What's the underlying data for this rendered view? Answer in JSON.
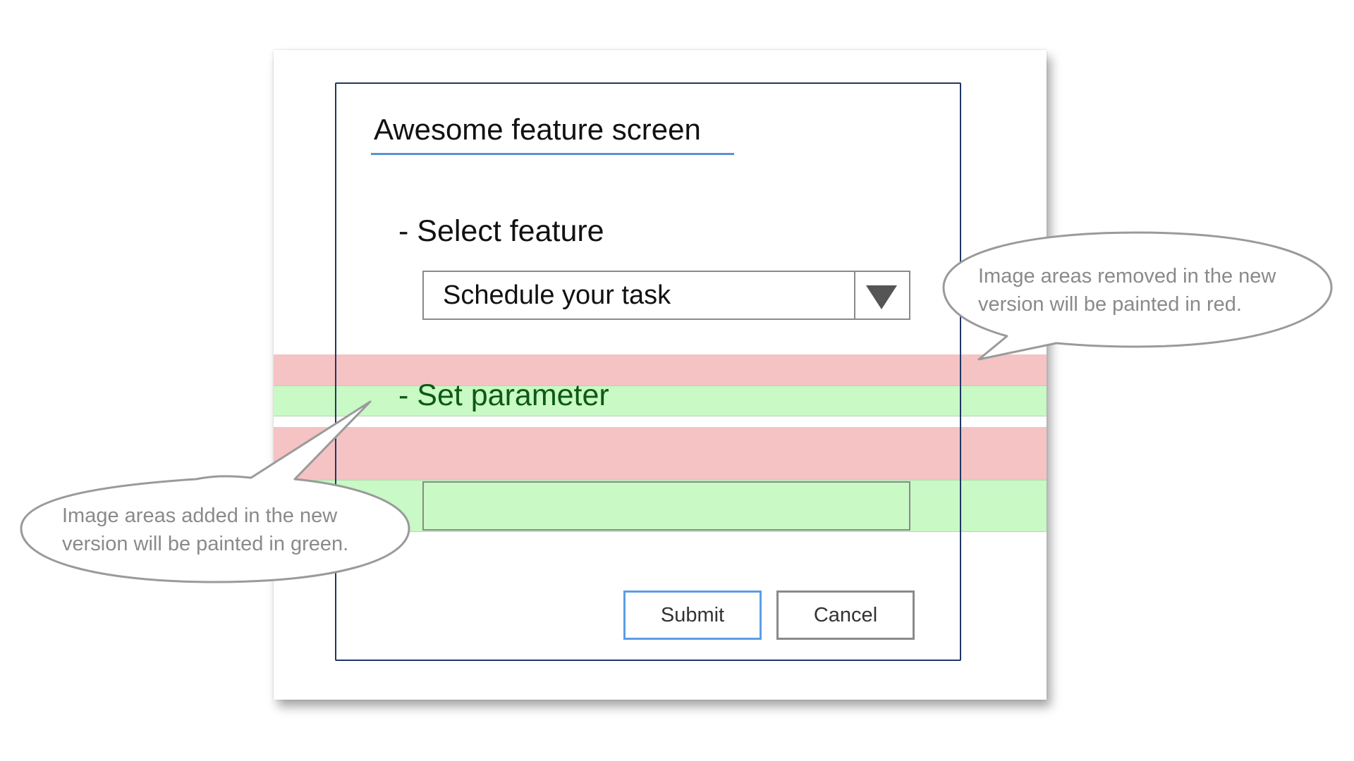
{
  "screen": {
    "title": "Awesome feature screen",
    "select_feature_label": "- Select feature",
    "select_feature_value": "Schedule your task",
    "set_parameter_label": "- Set parameter",
    "parameter_value": ""
  },
  "buttons": {
    "submit_label": "Submit",
    "cancel_label": "Cancel"
  },
  "annotations": {
    "removed_line1": "Image areas removed in the new",
    "removed_line2": "version will be painted in red.",
    "added_line1": "Image areas added in the new",
    "added_line2": "version will be painted in green."
  },
  "colors": {
    "removed_band": "#f5c3c3",
    "added_band": "#c9f9c5",
    "frame": "#1f3864",
    "accent": "#5b8fd8"
  },
  "icons": {
    "dropdown": "chevron-down-icon"
  }
}
